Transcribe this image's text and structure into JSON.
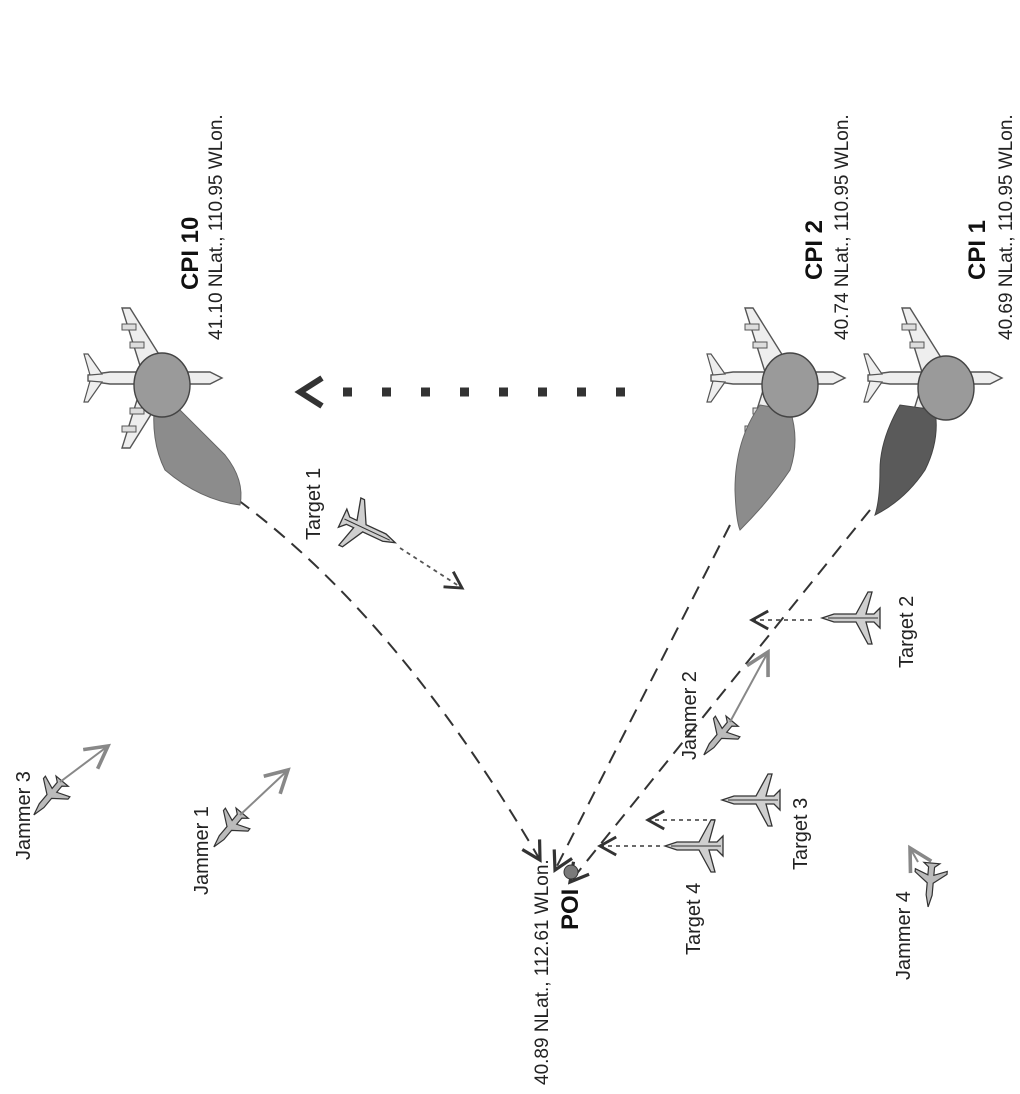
{
  "poi": {
    "label": "POI",
    "coord": "40.89 NLat., 112.61 WLon."
  },
  "cpis": [
    {
      "label": "CPI 10",
      "coord": "41.10 NLat., 110.95 WLon."
    },
    {
      "label": "CPI 2",
      "coord": "40.74 NLat., 110.95 WLon."
    },
    {
      "label": "CPI 1",
      "coord": "40.69 NLat., 110.95 WLon."
    }
  ],
  "targets": [
    "Target 1",
    "Target 2",
    "Target 3",
    "Target 4"
  ],
  "jammers": [
    "Jammer 1",
    "Jammer 2",
    "Jammer 3",
    "Jammer 4"
  ],
  "colors": {
    "line": "#333333",
    "radome": "#9a9a9a",
    "beam": "#8c8c8c",
    "beam_dark": "#5a5a5a",
    "arrow": "#888888",
    "fuselage": "#e8e8e8"
  }
}
